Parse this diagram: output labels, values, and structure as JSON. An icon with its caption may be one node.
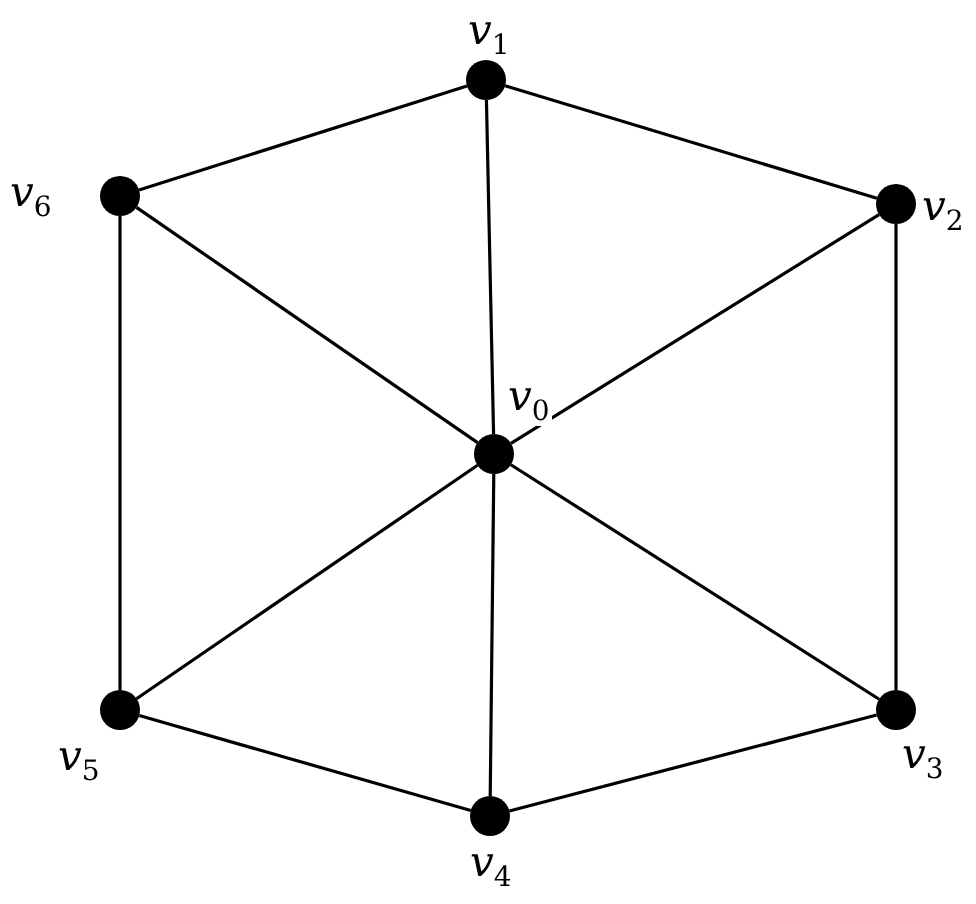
{
  "diagram": {
    "nodes": [
      {
        "text": [],
        "shape": "circle",
        "beside": [
          "*v*$_{0}$"
        ]
      },
      {
        "text": [],
        "shape": "circle",
        "beside": [
          "*v*$_{1}$"
        ]
      },
      {
        "text": [],
        "shape": "circle",
        "beside": [
          "*v*$_{2}$"
        ]
      },
      {
        "text": [],
        "shape": "circle",
        "beside": [
          "*v*$_{3}$"
        ]
      },
      {
        "text": [],
        "shape": "circle",
        "beside": [
          "*v*$_{4}$"
        ]
      },
      {
        "text": [],
        "shape": "circle",
        "beside": [
          "*v*$_{5}$"
        ]
      },
      {
        "text": [],
        "shape": "circle",
        "beside": [
          "*v*$_{6}$"
        ]
      }
    ],
    "edges": [
      {
        "from": 0,
        "to": 1,
        "arrow": "none"
      },
      {
        "from": 0,
        "to": 2,
        "arrow": "none"
      },
      {
        "from": 0,
        "to": 3,
        "arrow": "none"
      },
      {
        "from": 0,
        "to": 4,
        "arrow": "none"
      },
      {
        "from": 0,
        "to": 5,
        "arrow": "none"
      },
      {
        "from": 0,
        "to": 6,
        "arrow": "none"
      },
      {
        "from": 1,
        "to": 2,
        "arrow": "none"
      },
      {
        "from": 2,
        "to": 3,
        "arrow": "none"
      },
      {
        "from": 3,
        "to": 4,
        "arrow": "none"
      },
      {
        "from": 4,
        "to": 5,
        "arrow": "none"
      },
      {
        "from": 5,
        "to": 6,
        "arrow": "none"
      },
      {
        "from": 6,
        "to": 1,
        "arrow": "none"
      }
    ]
  }
}
